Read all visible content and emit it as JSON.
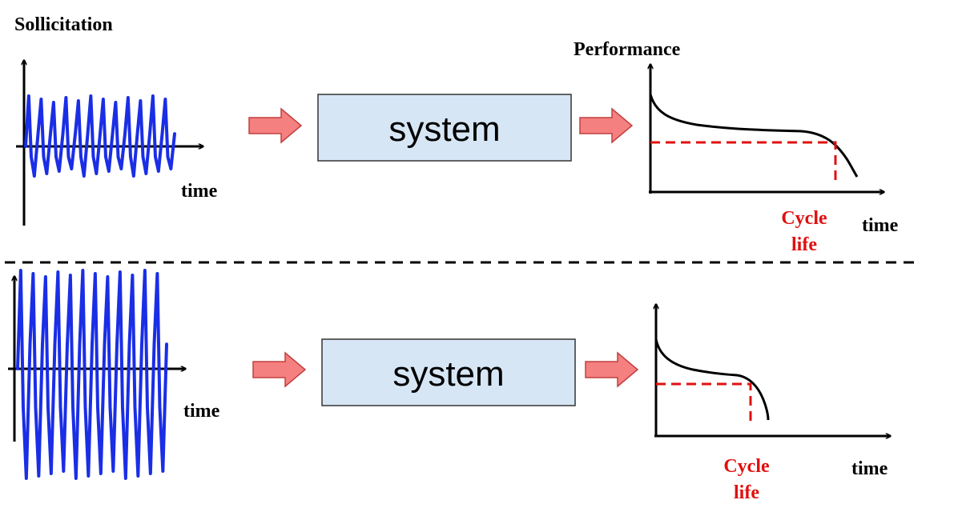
{
  "top": {
    "input_ylabel": "Sollicitation",
    "input_xlabel": "time",
    "system_label": "system",
    "output_ylabel": "Performance",
    "output_xlabel": "time",
    "marker_label_line1": "Cycle",
    "marker_label_line2": "life"
  },
  "bottom": {
    "input_xlabel": "time",
    "system_label": "system",
    "output_xlabel": "time",
    "marker_label_line1": "Cycle",
    "marker_label_line2": "life"
  },
  "colors": {
    "signal": "#1a2ee6",
    "arrow_fill": "#f58080",
    "arrow_stroke": "#c04040",
    "system_fill": "#d6e6f5",
    "marker": "#e01010"
  }
}
